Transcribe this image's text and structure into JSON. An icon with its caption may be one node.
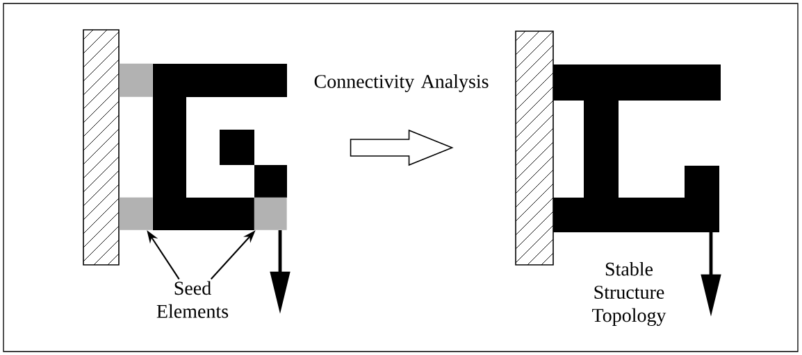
{
  "diagram": {
    "nodes": [
      {
        "text": [],
        "shape": "picture"
      },
      {
        "text": [],
        "shape": "picture"
      },
      {
        "text": [],
        "shape": "box",
        "in": 0
      },
      {
        "text": [],
        "shape": "box",
        "in": 0
      },
      {
        "text": [],
        "shape": "box",
        "in": 0
      },
      {
        "text": [
          "Seed Elements"
        ]
      }
    ],
    "edges": [
      {
        "from": 0,
        "to": 1,
        "arrow": "to",
        "label": "Connectivity Analysis"
      },
      {
        "from": 5,
        "to": 3,
        "arrow": "to"
      },
      {
        "from": 5,
        "to": 4,
        "arrow": "to"
      }
    ],
    "labels": [
      "Stable Structure Topology"
    ]
  }
}
